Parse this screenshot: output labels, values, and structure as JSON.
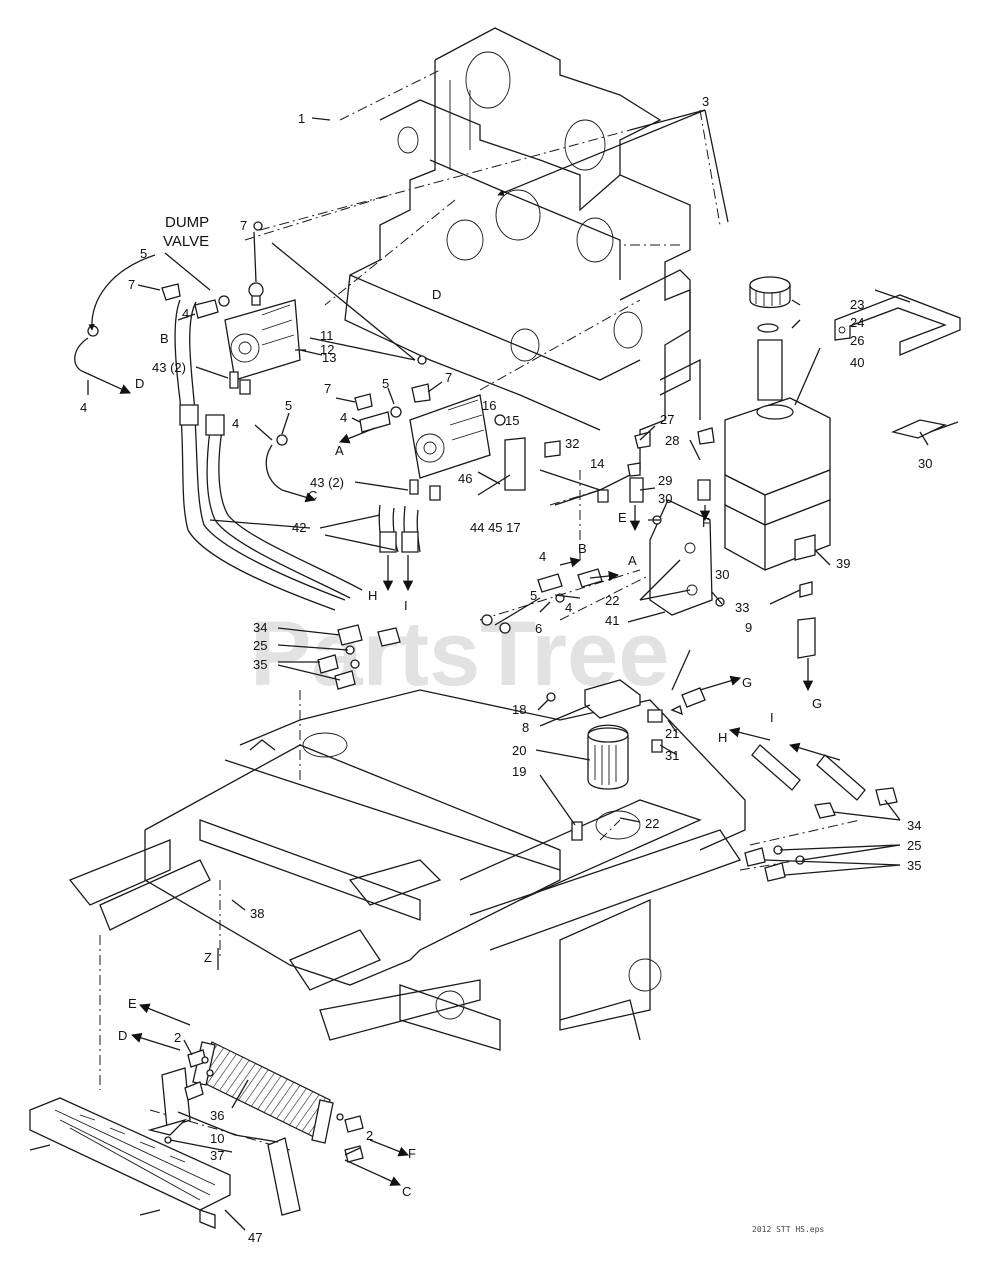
{
  "diagram": {
    "title_line1": "DUMP",
    "title_line2": "VALVE",
    "watermark": "PartsTree",
    "file_name": "2012 STT HS.eps",
    "labels": [
      {
        "id": "l1",
        "text": "1"
      },
      {
        "id": "l3",
        "text": "3"
      },
      {
        "id": "l7a",
        "text": "7"
      },
      {
        "id": "l5a",
        "text": "5"
      },
      {
        "id": "l7b",
        "text": "7"
      },
      {
        "id": "l4a",
        "text": "4"
      },
      {
        "id": "lBa",
        "text": "B"
      },
      {
        "id": "l12",
        "text": "12"
      },
      {
        "id": "l11",
        "text": "11"
      },
      {
        "id": "l13",
        "text": "13"
      },
      {
        "id": "l43a",
        "text": "43 (2)"
      },
      {
        "id": "lDa",
        "text": "D"
      },
      {
        "id": "l4b",
        "text": "4"
      },
      {
        "id": "lDb",
        "text": "D"
      },
      {
        "id": "l7c",
        "text": "7"
      },
      {
        "id": "l5b",
        "text": "5"
      },
      {
        "id": "l7d",
        "text": "7"
      },
      {
        "id": "l4c",
        "text": "4"
      },
      {
        "id": "lAa",
        "text": "A"
      },
      {
        "id": "l5c",
        "text": "5"
      },
      {
        "id": "l4d",
        "text": "4"
      },
      {
        "id": "lC_a",
        "text": "C"
      },
      {
        "id": "l16",
        "text": "16"
      },
      {
        "id": "l15",
        "text": "15"
      },
      {
        "id": "l32",
        "text": "32"
      },
      {
        "id": "l14",
        "text": "14"
      },
      {
        "id": "l43b",
        "text": "43 (2)"
      },
      {
        "id": "l46",
        "text": "46"
      },
      {
        "id": "l44",
        "text": "44 45 17"
      },
      {
        "id": "l42",
        "text": "42"
      },
      {
        "id": "lH_a",
        "text": "H"
      },
      {
        "id": "lI_a",
        "text": "I"
      },
      {
        "id": "l23",
        "text": "23"
      },
      {
        "id": "l24",
        "text": "24"
      },
      {
        "id": "l26",
        "text": "26"
      },
      {
        "id": "l40",
        "text": "40"
      },
      {
        "id": "l30a",
        "text": "30"
      },
      {
        "id": "l27",
        "text": "27"
      },
      {
        "id": "l28",
        "text": "28"
      },
      {
        "id": "l29",
        "text": "29"
      },
      {
        "id": "lEa",
        "text": "E"
      },
      {
        "id": "lFa",
        "text": "F"
      },
      {
        "id": "l30b",
        "text": "30"
      },
      {
        "id": "l39",
        "text": "39"
      },
      {
        "id": "l4e",
        "text": "4"
      },
      {
        "id": "lBb",
        "text": "B"
      },
      {
        "id": "lAb",
        "text": "A"
      },
      {
        "id": "l5d",
        "text": "5"
      },
      {
        "id": "l4f",
        "text": "4"
      },
      {
        "id": "l6",
        "text": "6"
      },
      {
        "id": "l22a",
        "text": "22"
      },
      {
        "id": "l41",
        "text": "41"
      },
      {
        "id": "l30c",
        "text": "30"
      },
      {
        "id": "l33",
        "text": "33"
      },
      {
        "id": "l9",
        "text": "9"
      },
      {
        "id": "lGa",
        "text": "G"
      },
      {
        "id": "lGb",
        "text": "G"
      },
      {
        "id": "l34a",
        "text": "34"
      },
      {
        "id": "l25a",
        "text": "25"
      },
      {
        "id": "l35a",
        "text": "35"
      },
      {
        "id": "l18",
        "text": "18"
      },
      {
        "id": "l8",
        "text": "8"
      },
      {
        "id": "l20",
        "text": "20"
      },
      {
        "id": "l19",
        "text": "19"
      },
      {
        "id": "l21",
        "text": "21"
      },
      {
        "id": "l31",
        "text": "31"
      },
      {
        "id": "lH_b",
        "text": "H"
      },
      {
        "id": "lI_b",
        "text": "I"
      },
      {
        "id": "l22b",
        "text": "22"
      },
      {
        "id": "l34b",
        "text": "34"
      },
      {
        "id": "l25b",
        "text": "25"
      },
      {
        "id": "l35b",
        "text": "35"
      },
      {
        "id": "l38",
        "text": "38"
      },
      {
        "id": "lZ",
        "text": "Z"
      },
      {
        "id": "lEb",
        "text": "E"
      },
      {
        "id": "lDc",
        "text": "D"
      },
      {
        "id": "l2a",
        "text": "2"
      },
      {
        "id": "l36",
        "text": "36"
      },
      {
        "id": "l10",
        "text": "10"
      },
      {
        "id": "l37",
        "text": "37"
      },
      {
        "id": "l2b",
        "text": "2"
      },
      {
        "id": "lFb",
        "text": "F"
      },
      {
        "id": "lC_b",
        "text": "C"
      },
      {
        "id": "l47",
        "text": "47"
      }
    ]
  }
}
